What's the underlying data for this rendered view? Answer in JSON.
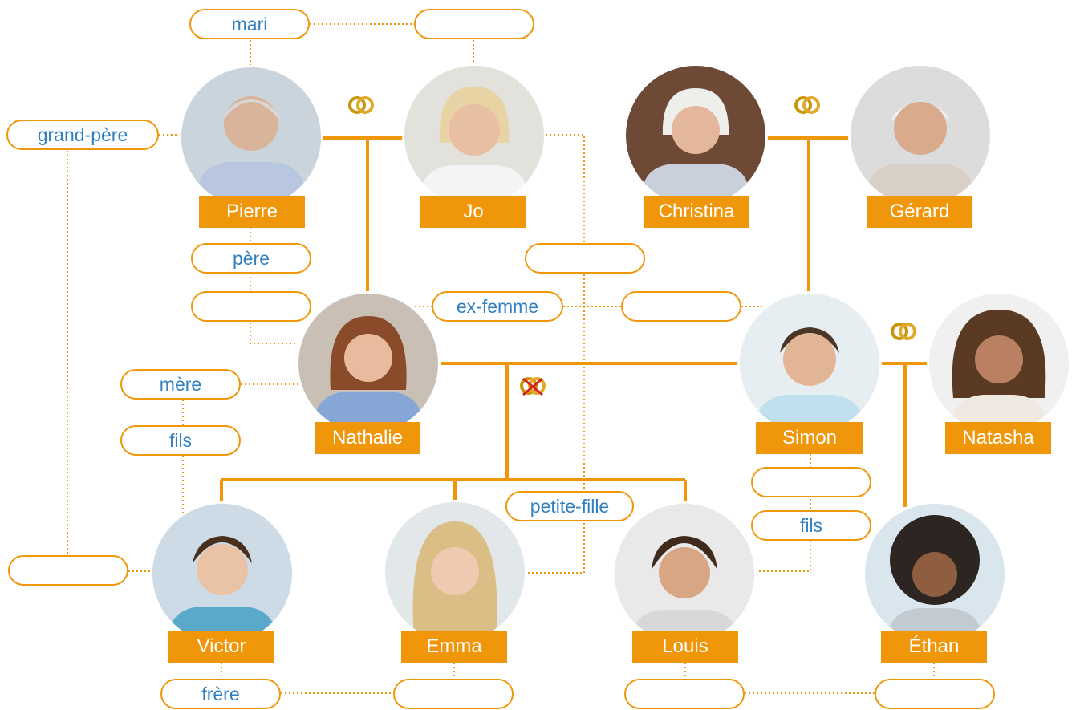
{
  "colors": {
    "accent": "#f0960a",
    "relation_text": "#2f7fc1"
  },
  "people": {
    "pierre": "Pierre",
    "jo": "Jo",
    "christina": "Christina",
    "gerard": "Gérard",
    "nathalie": "Nathalie",
    "simon": "Simon",
    "natasha": "Natasha",
    "victor": "Victor",
    "emma": "Emma",
    "louis": "Louis",
    "ethan": "Éthan"
  },
  "relations": {
    "mari": "mari",
    "jo_blank": "",
    "grand_pere": "grand-père",
    "pere": "père",
    "blank_below_pere": "",
    "ex_femme": "ex-femme",
    "blank_mid_top": "",
    "blank_mid_right": "",
    "mere": "mère",
    "fils_left": "fils",
    "petite_fille": "petite-fille",
    "blank_simon_top": "",
    "fils_right": "fils",
    "blank_victor": "",
    "frere": "frère",
    "blank_emma": "",
    "blank_louis": "",
    "blank_ethan": ""
  },
  "icons": {
    "married": "wedding-rings-icon",
    "divorced": "divorced-rings-icon"
  }
}
